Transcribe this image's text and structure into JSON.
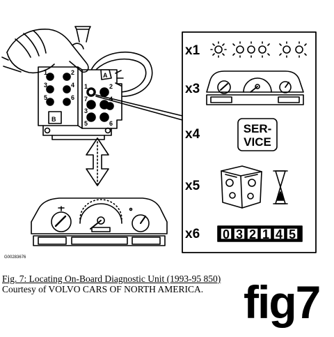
{
  "figure": {
    "image_code": "G00283676",
    "unit_letters": {
      "a": "A",
      "b": "B"
    },
    "pins_left": [
      "1",
      "2",
      "3",
      "4",
      "5",
      "6"
    ],
    "pins_right": [
      "7",
      "1",
      "2",
      "3",
      "4",
      "5",
      "6"
    ],
    "panel": {
      "rows": [
        {
          "multiplier": "x1",
          "kind": "flashes"
        },
        {
          "multiplier": "x3",
          "kind": "instrument-cluster"
        },
        {
          "multiplier": "x4",
          "kind": "service-sign"
        },
        {
          "multiplier": "x5",
          "kind": "engine-hourglass"
        },
        {
          "multiplier": "x6",
          "kind": "odometer"
        }
      ],
      "service_text": [
        "SER-",
        "VICE"
      ],
      "odometer_digits": [
        "0",
        "3",
        "2",
        "1",
        "4",
        "5"
      ]
    }
  },
  "caption": {
    "link_text": "Fig. 7: Locating On-Board Diagnostic Unit (1993-95 850)",
    "courtesy": " Courtesy of VOLVO CARS OF NORTH AMERICA."
  },
  "tag": "fig7"
}
